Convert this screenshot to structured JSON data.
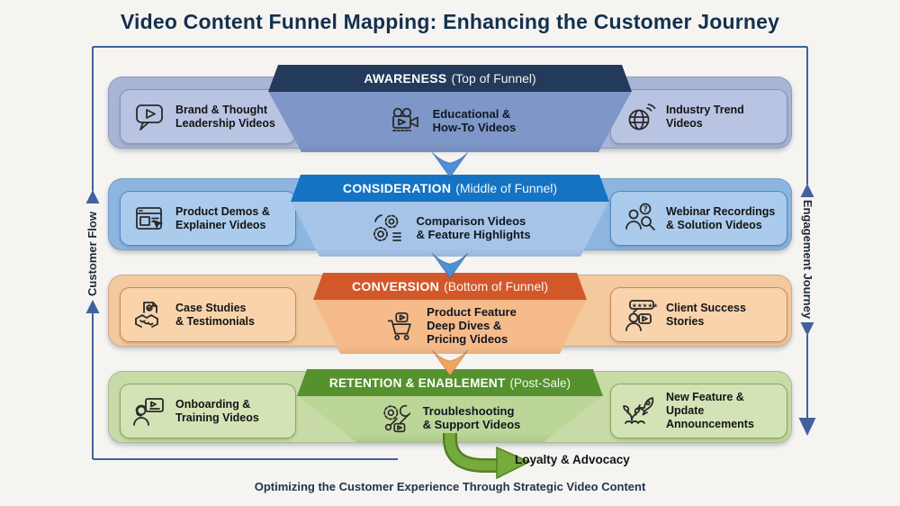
{
  "page": {
    "title": "Video Content Funnel Mapping: Enhancing the Customer Journey",
    "footer": "Optimizing the Customer Experience Through Strategic Video Content",
    "background": "#f5f4f1"
  },
  "rails": {
    "left_label": "Customer Flow",
    "right_label": "Engagement Journey",
    "line_color": "#41619e"
  },
  "outcome": {
    "label": "Loyalty & Advocacy",
    "icon": "curved-arrow-icon",
    "arrow_color": "#6fa53a"
  },
  "stages": [
    {
      "name": "AWARENESS",
      "qualifier": "(Top of Funnel)",
      "colors": {
        "header": "#233a5a",
        "body": "#7e97c8",
        "band": "#a9b5d7",
        "pill": "#b9c4e2",
        "pill_border": "#8094c4",
        "arrow": "#4e8fd6"
      },
      "center": {
        "icon": "video-camera-icon",
        "label": "Educational &\nHow-To Videos"
      },
      "left": {
        "icon": "speech-bubble-play-icon",
        "label": "Brand & Thought\nLeadership Videos"
      },
      "right": {
        "icon": "globe-trend-icon",
        "label": "Industry Trend\nVideos"
      }
    },
    {
      "name": "CONSIDERATION",
      "qualifier": "(Middle of Funnel)",
      "colors": {
        "header": "#1573c4",
        "body": "#a6c4e8",
        "band": "#8cb6e0",
        "pill": "#abcbed",
        "pill_border": "#4e88c4",
        "arrow": "#4e8fd6"
      },
      "center": {
        "icon": "gears-checklist-icon",
        "label": "Comparison Videos\n& Feature Highlights"
      },
      "left": {
        "icon": "browser-cursor-icon",
        "label": "Product Demos &\nExplainer Videos"
      },
      "right": {
        "icon": "person-search-icon",
        "label": "Webinar Recordings\n& Solution Videos"
      }
    },
    {
      "name": "CONVERSION",
      "qualifier": "(Bottom of Funnel)",
      "colors": {
        "header": "#d2582a",
        "body": "#f6bb8b",
        "band": "#f3c99e",
        "pill": "#f8d3ab",
        "pill_border": "#c98a52",
        "arrow": "#f2a35c"
      },
      "center": {
        "icon": "cart-play-icon",
        "label": "Product Feature\nDeep Dives &\nPricing Videos"
      },
      "left": {
        "icon": "handshake-doc-icon",
        "label": "Case Studies\n& Testimonials"
      },
      "right": {
        "icon": "rating-person-icon",
        "label": "Client Success\nStories"
      }
    },
    {
      "name": "RETENTION & ENABLEMENT",
      "qualifier": "(Post-Sale)",
      "colors": {
        "header": "#55922e",
        "body": "#bcd698",
        "band": "#c8dba6",
        "pill": "#d3e3b6",
        "pill_border": "#8aa55e",
        "arrow": "#6fa53a"
      },
      "center": {
        "icon": "wrench-gear-play-icon",
        "label": "Troubleshooting\n& Support Videos"
      },
      "left": {
        "icon": "headset-person-icon",
        "label": "Onboarding &\nTraining Videos"
      },
      "right": {
        "icon": "rocket-plant-icon",
        "label": "New Feature & Update\nAnnouncements"
      }
    }
  ]
}
